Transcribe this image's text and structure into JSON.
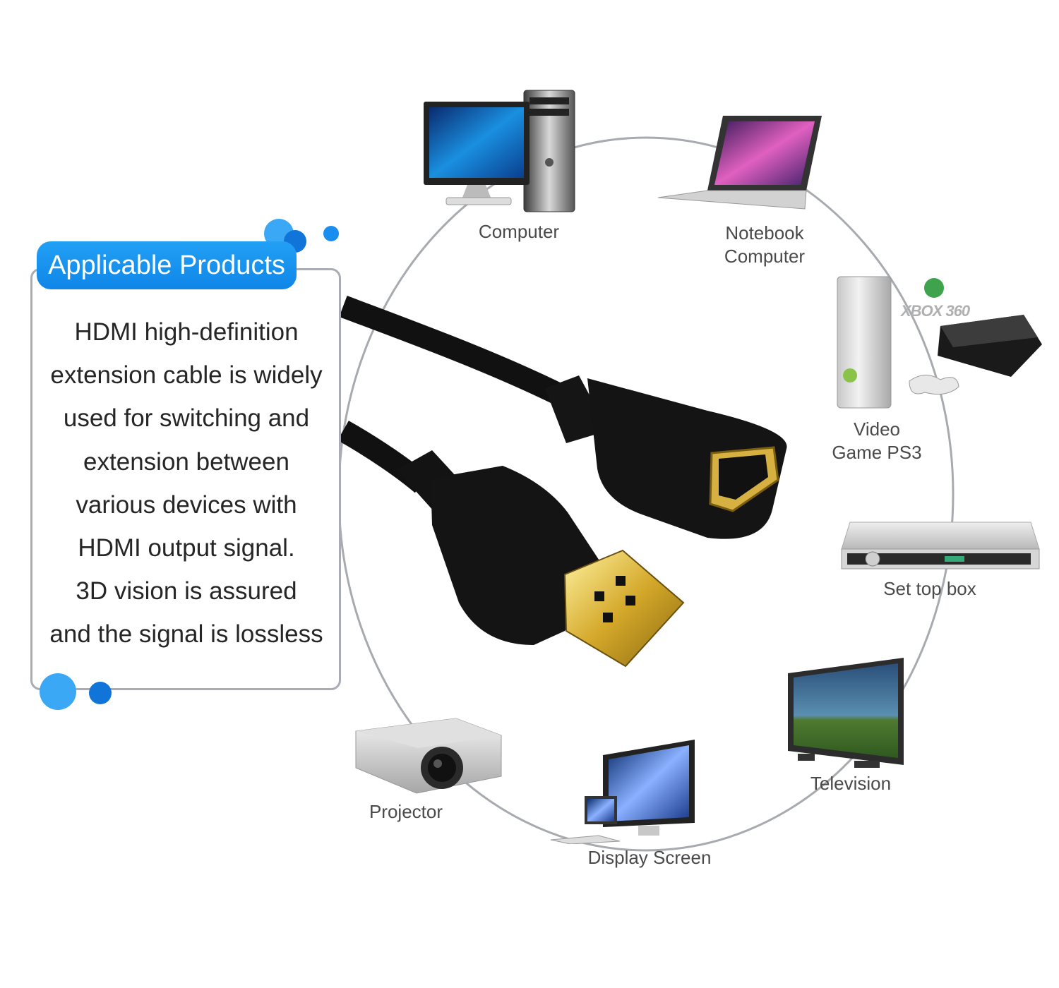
{
  "panel": {
    "title": "Applicable Products",
    "lines": [
      "HDMI high-definition",
      "extension cable is widely",
      "used for switching and",
      "extension between",
      "various devices with",
      "HDMI output signal.",
      "3D vision is assured",
      "and the signal is lossless"
    ]
  },
  "devices": {
    "computer": "Computer",
    "notebook": [
      "Notebook",
      "Computer"
    ],
    "video_game": [
      "Video",
      "Game PS3"
    ],
    "xbox_logo": "XBOX 360",
    "set_top_box": "Set top box",
    "television": "Television",
    "display_screen": "Display Screen",
    "projector": "Projector"
  },
  "colors": {
    "accent": "#1893ee",
    "ring": "#9ea2a6",
    "text": "#4a4a4a"
  },
  "icons": [
    "computer-icon",
    "laptop-icon",
    "game-console-icon",
    "set-top-box-icon",
    "television-icon",
    "display-screen-icon",
    "projector-icon",
    "hdmi-cable-icon"
  ]
}
